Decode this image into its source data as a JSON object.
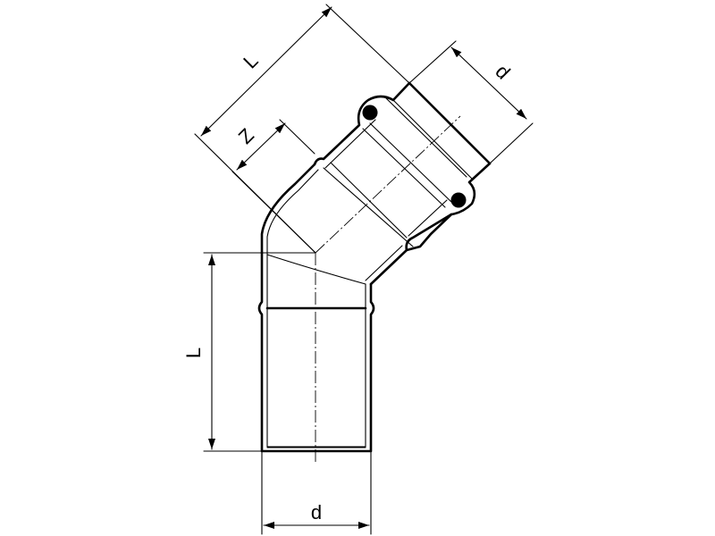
{
  "labels": {
    "length_upper": "L",
    "length_lower": "L",
    "z_dimension": "Z",
    "diameter_upper": "d",
    "diameter_lower": "d"
  }
}
